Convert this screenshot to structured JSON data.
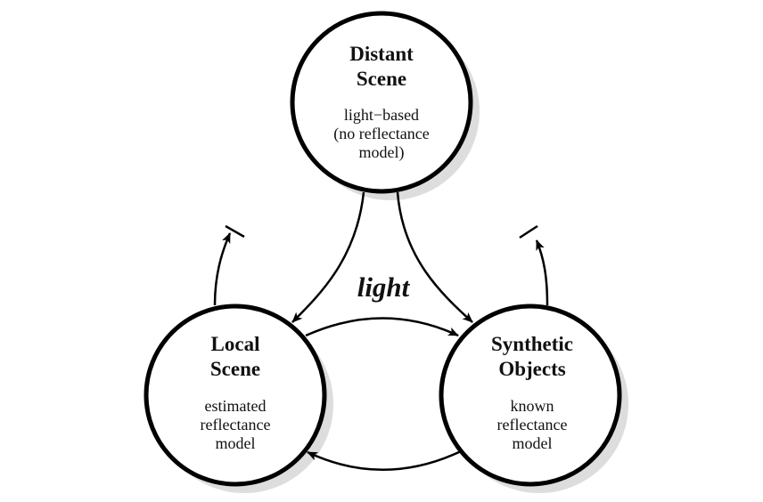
{
  "diagram": {
    "nodes": [
      {
        "id": "distant-scene",
        "title": [
          "Distant",
          "Scene"
        ],
        "description": [
          "light−based",
          "(no reflectance",
          "model)"
        ]
      },
      {
        "id": "local-scene",
        "title": [
          "Local",
          "Scene"
        ],
        "description": [
          "estimated",
          "reflectance",
          "model"
        ]
      },
      {
        "id": "synthetic-objects",
        "title": [
          "Synthetic",
          "Objects"
        ],
        "description": [
          "known",
          "reflectance",
          "model"
        ]
      }
    ],
    "edge_label": "light",
    "edges": [
      {
        "from": "distant-scene",
        "to": "local-scene",
        "type": "arrow"
      },
      {
        "from": "distant-scene",
        "to": "synthetic-objects",
        "type": "arrow"
      },
      {
        "from": "local-scene",
        "to": "synthetic-objects",
        "type": "arrow"
      },
      {
        "from": "synthetic-objects",
        "to": "local-scene",
        "type": "arrow"
      },
      {
        "from": "local-scene",
        "to": "outside",
        "type": "terminated-arrow"
      },
      {
        "from": "synthetic-objects",
        "to": "outside",
        "type": "terminated-arrow"
      }
    ],
    "colors": {
      "stroke": "#000000",
      "shadow": "#dddddd",
      "fill": "#ffffff",
      "text": "#111111"
    }
  }
}
